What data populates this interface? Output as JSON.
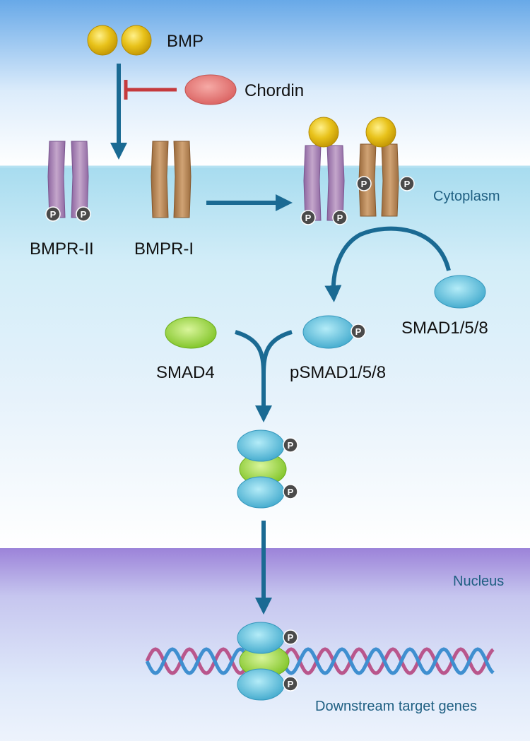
{
  "labels": {
    "bmp": "BMP",
    "chordin": "Chordin",
    "bmpr2": "BMPR-II",
    "bmpr1": "BMPR-I",
    "cytoplasm": "Cytoplasm",
    "smad158": "SMAD1/5/8",
    "smad4": "SMAD4",
    "psmad158": "pSMAD1/5/8",
    "nucleus": "Nucleus",
    "downstream": "Downstream target genes"
  },
  "phospho_symbol": "P",
  "colors": {
    "arrow": "#1a6a93",
    "inhibit": "#c53a3d",
    "bmp": "#e2b812",
    "chordin": "#e06e6c",
    "bmpr2": "#a982b2",
    "bmpr1": "#b68756",
    "smad158": "#58bad6",
    "smad4": "#8fcf3a",
    "phospho": "#4a4a4a",
    "dna_blue": "#3f8fd0",
    "dna_pink": "#b9568c"
  }
}
